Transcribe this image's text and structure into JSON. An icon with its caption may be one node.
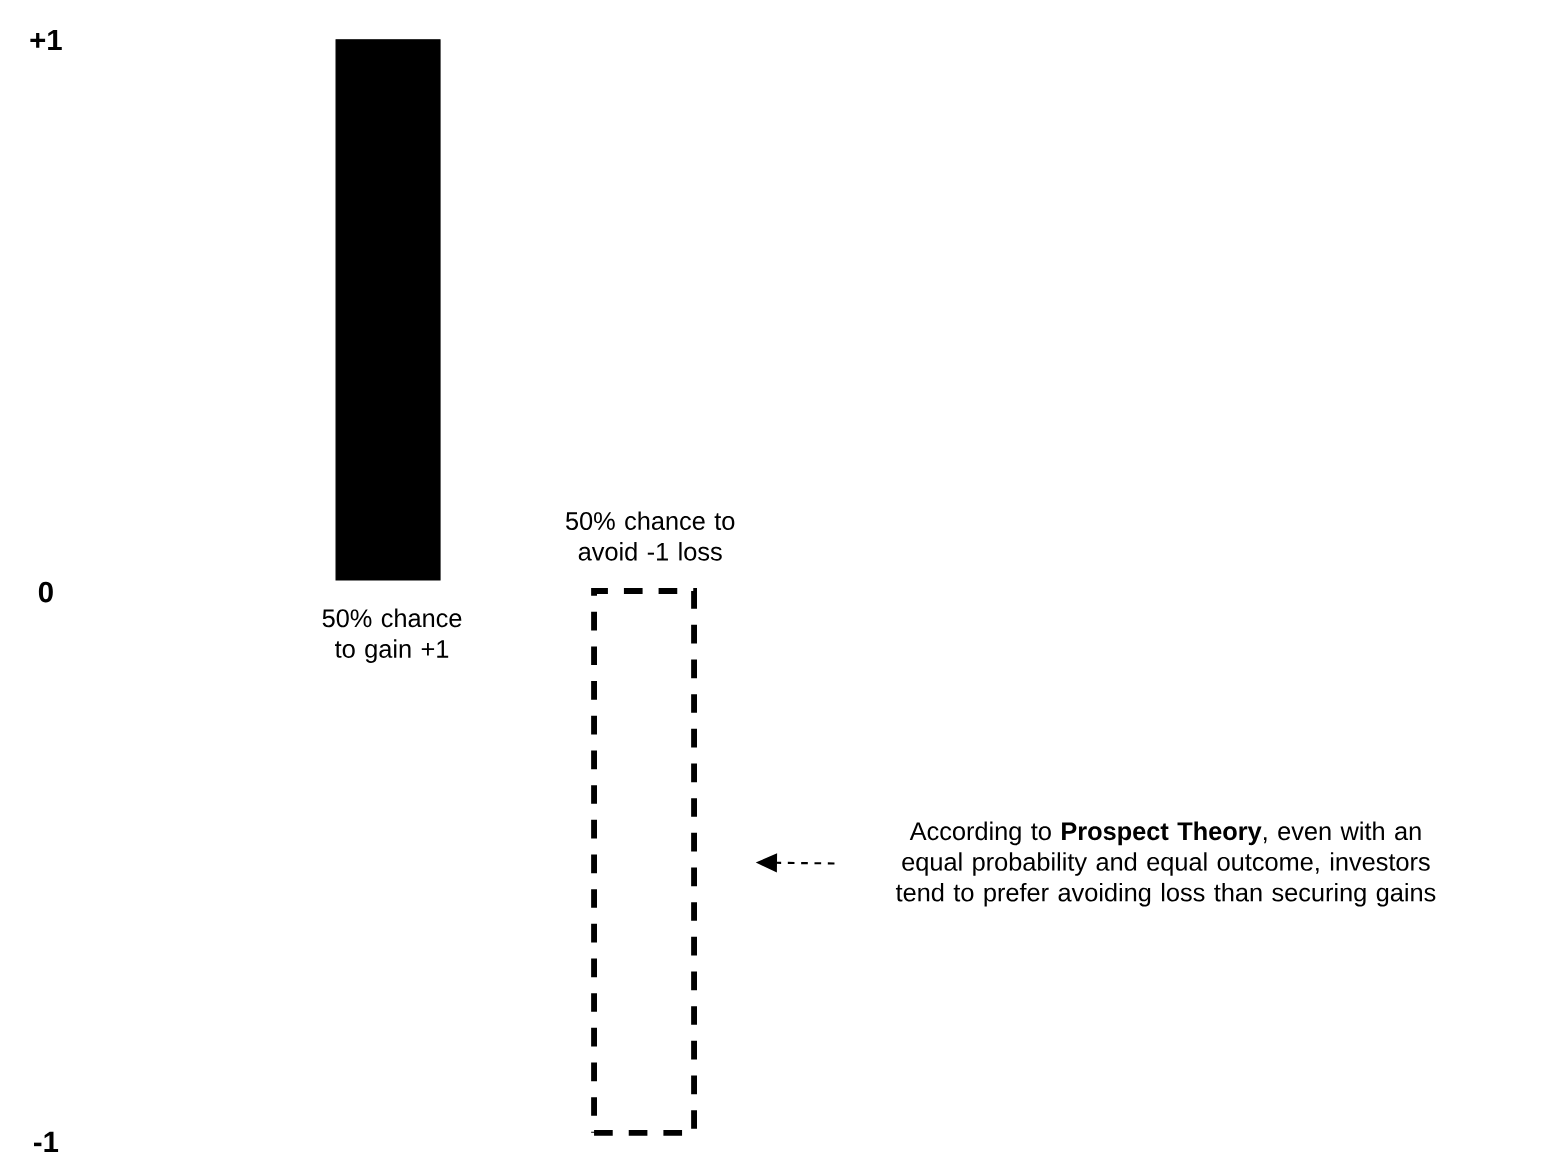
{
  "diagram": {
    "nodes": [
      {
        "text": [],
        "shape": "bar",
        "beside": [
          "50% chance to gain +1"
        ]
      },
      {
        "text": [],
        "shape": "box",
        "beside": [
          "50% chance to avoid -1 loss"
        ]
      },
      {
        "text": [
          "According to **Prospect Theory**, even with an equal probability and equal outcome, investors tend to prefer avoiding loss than securing gains"
        ]
      }
    ],
    "edges": [
      {
        "from": 2,
        "to": 1,
        "arrow": "to",
        "style": "dashed"
      }
    ],
    "labels": [
      "+1",
      "0",
      "-1"
    ]
  }
}
